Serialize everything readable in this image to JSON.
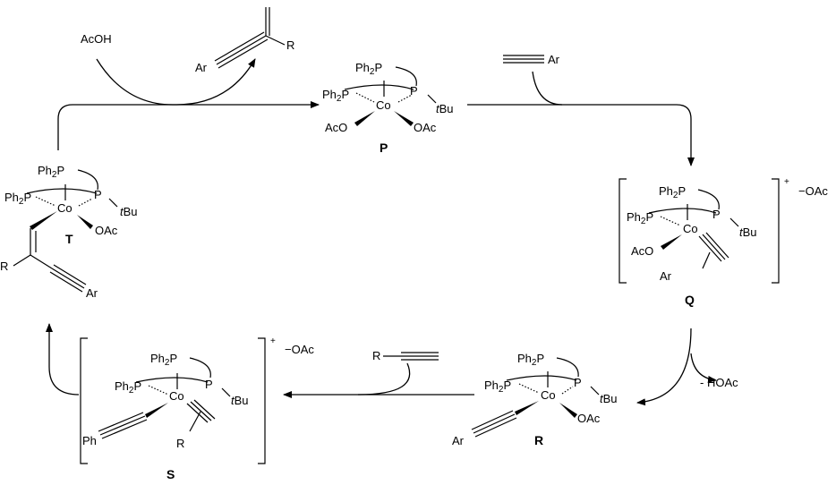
{
  "reagents": {
    "acoh": "AcOH",
    "hoac_out": "- HOAc",
    "aryl_alkyne_ar": "Ar",
    "terminal_alkyne_r": "R",
    "enyne_ar": "Ar",
    "enyne_r": "R"
  },
  "ligand": {
    "ph2p": "Ph",
    "two": "2",
    "p": "P",
    "tbu_t": "t",
    "tbu_bu": "Bu",
    "co": "Co"
  },
  "groups": {
    "aco": "AcO",
    "oac": "OAc",
    "ar": "Ar",
    "r": "R",
    "ph": "Ph",
    "counter_ion": "−OAc",
    "charge": "+"
  },
  "compounds": {
    "P": "P",
    "Q": "Q",
    "R": "R",
    "S": "S",
    "T": "T"
  }
}
